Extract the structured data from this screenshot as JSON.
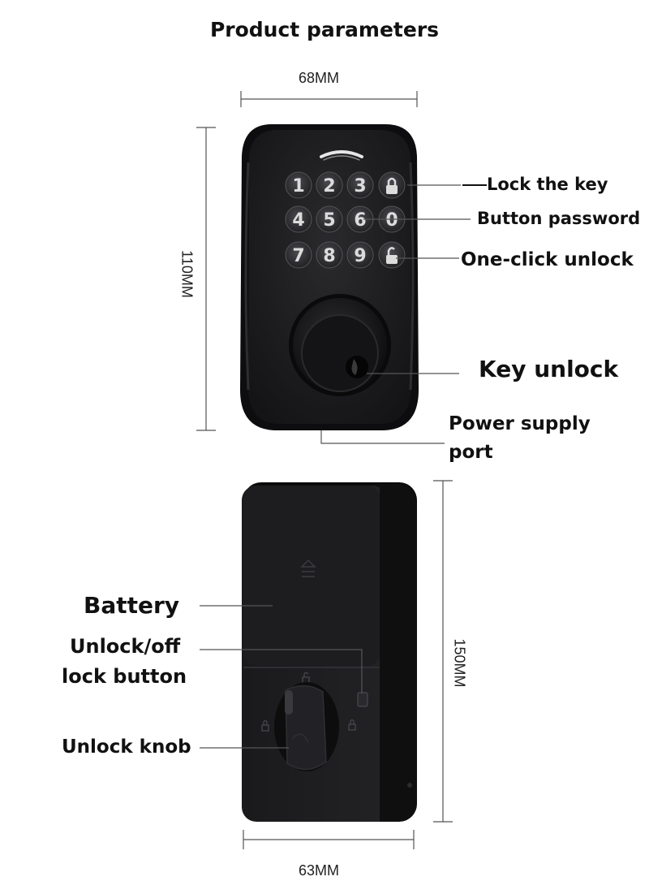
{
  "title": "Product parameters",
  "dimensions": {
    "front_width": "68MM",
    "front_height": "110MM",
    "back_height": "150MM",
    "back_width": "63MM"
  },
  "front_labels": {
    "lock_key": "Lock the key",
    "button_password": "Button password",
    "one_click_unlock": "One-click unlock",
    "key_unlock": "Key unlock",
    "power_supply_line1": "Power supply",
    "power_supply_line2": "port"
  },
  "back_labels": {
    "battery": "Battery",
    "unlock_off_line1": "Unlock/off",
    "unlock_off_line2": "lock button",
    "unlock_knob": "Unlock knob"
  },
  "keypad": {
    "keys": [
      "1",
      "2",
      "3",
      "4",
      "5",
      "6",
      "0",
      "7",
      "8",
      "9"
    ],
    "lock_icon": "lock-closed-icon",
    "unlock_icon": "lock-open-icon"
  },
  "colors": {
    "device": "#1b1b1d",
    "device_edge": "#0c0c0d",
    "key_face": "#d9d9d9",
    "key_text": "#1a1a1a",
    "line": "#555555"
  }
}
